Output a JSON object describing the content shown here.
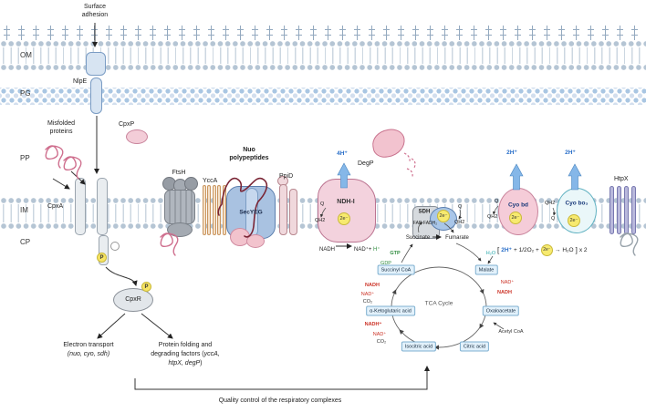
{
  "layers": {
    "om": "OM",
    "pg": "PG",
    "pp": "PP",
    "im": "IM",
    "cp": "CP"
  },
  "top": {
    "surface_1": "Surface",
    "surface_2": "adhesion",
    "nlpe": "NlpE"
  },
  "cpx": {
    "misfolded_1": "Misfolded",
    "misfolded_2": "proteins",
    "cpxp": "CpxP",
    "cpxa": "CpxA",
    "cpxr": "CpxR",
    "p": "P",
    "electron_1": "Electron transport",
    "electron_2": "(nuo, cyo, sdh)",
    "folding_1": "Protein folding and",
    "folding_2a": "degrading factors (",
    "folding_2b": "yccA,",
    "folding_3a": "htpX, degP",
    "folding_3b": ")"
  },
  "machinery": {
    "ftsh": "FtsH",
    "ycca": "YccA",
    "secyeg": "SecYEG",
    "nuo_1": "Nuo",
    "nuo_2": "polypeptides",
    "ppid": "PpiD",
    "degp": "DegP",
    "htpx": "HtpX"
  },
  "resp": {
    "ndh1": "NDH-I",
    "sdh": "SDH",
    "cyo_bd": "Cyo bd",
    "cyo_bo3": "Cyo bo₃",
    "e2": "2e⁻",
    "h4": "4H⁺",
    "h2": "2H⁺",
    "q": "Q",
    "qh2": "QH2",
    "nadh": "NADH",
    "nad_plus": "NAD⁺+",
    "h_plus": "H⁺",
    "fad": "FAD",
    "fadh2": "FADH₂",
    "succinate": "Succinate",
    "fumarate": "Fumarate"
  },
  "formula": {
    "open": "[",
    "h2": "2H⁺",
    "mid": "+ 1/2O₂ +",
    "e2": "2e⁻",
    "arrow": "→",
    "h2o": "H₂O",
    "close": "]",
    "x2": "x 2"
  },
  "tca": {
    "title": "TCA Cycle",
    "boxes": [
      "Succinyl CoA",
      "Malate",
      "Oxaloacetate",
      "Citric acid",
      "Isocitric acid",
      "α-Ketoglutaric acid"
    ],
    "gtp": "GTP",
    "gdp": "GDP",
    "h2o": "H₂O",
    "nad_r": "NAD⁺",
    "nadh_r": "NADH",
    "nadh_l1": "NADH",
    "nad_l1": "NAD⁺",
    "co2_l1": "CO₂",
    "nadh_l2": "NADH⁺",
    "nad_l2": "NAD⁺",
    "co2_l2": "CO₂",
    "acetyl": "Acetyl CoA"
  },
  "bottom": {
    "quality": "Quality control of the respiratory complexes"
  }
}
